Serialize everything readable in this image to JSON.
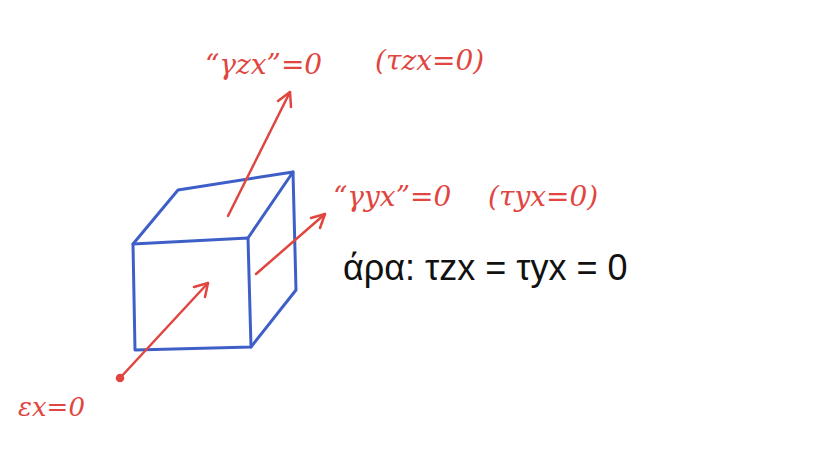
{
  "diagram": {
    "labels": [
      "“γzx”=0",
      "(τzx=0)",
      "“γyx”=0",
      "(τyx=0)",
      "άρα: τzx = τyx = 0",
      "εx=0"
    ]
  }
}
